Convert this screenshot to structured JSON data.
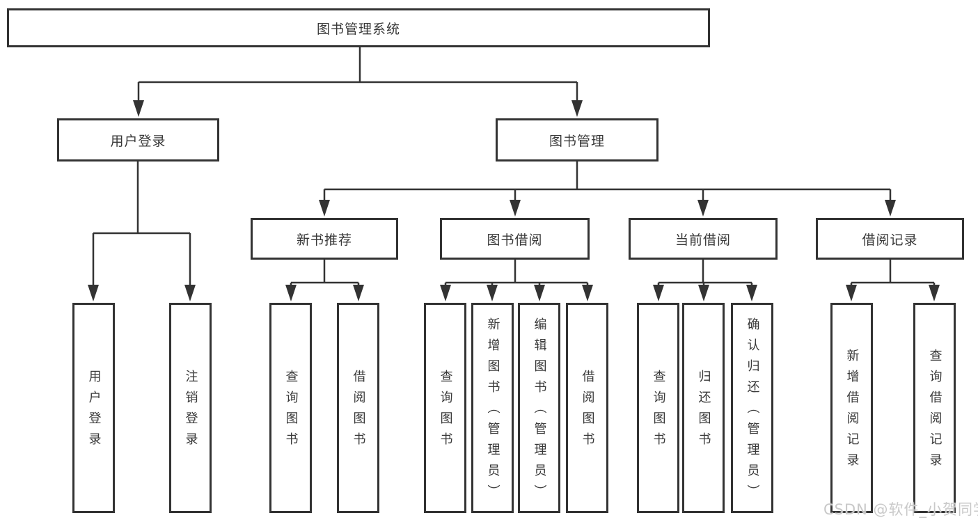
{
  "tree": {
    "label": "图书管理系统",
    "children": [
      {
        "label": "用户登录",
        "children": [
          {
            "label": "用户登录"
          },
          {
            "label": "注销登录"
          }
        ]
      },
      {
        "label": "图书管理",
        "children": [
          {
            "label": "新书推荐",
            "children": [
              {
                "label": "查询图书"
              },
              {
                "label": "借阅图书"
              }
            ]
          },
          {
            "label": "图书借阅",
            "children": [
              {
                "label": "查询图书"
              },
              {
                "label": "新增图书（管理员）"
              },
              {
                "label": "编辑图书（管理员）"
              },
              {
                "label": "借阅图书"
              }
            ]
          },
          {
            "label": "当前借阅",
            "children": [
              {
                "label": "查询图书"
              },
              {
                "label": "归还图书"
              },
              {
                "label": "确认归还（管理员）"
              }
            ]
          },
          {
            "label": "借阅记录",
            "children": [
              {
                "label": "新增借阅记录"
              },
              {
                "label": "查询借阅记录"
              }
            ]
          }
        ]
      }
    ]
  },
  "watermark": {
    "text": "CSDN @软件_小贺同学"
  },
  "colors": {
    "line": "#333333",
    "box_border": "#333333",
    "text": "#383838",
    "watermark": "#c9c9c9",
    "background": "#ffffff"
  }
}
